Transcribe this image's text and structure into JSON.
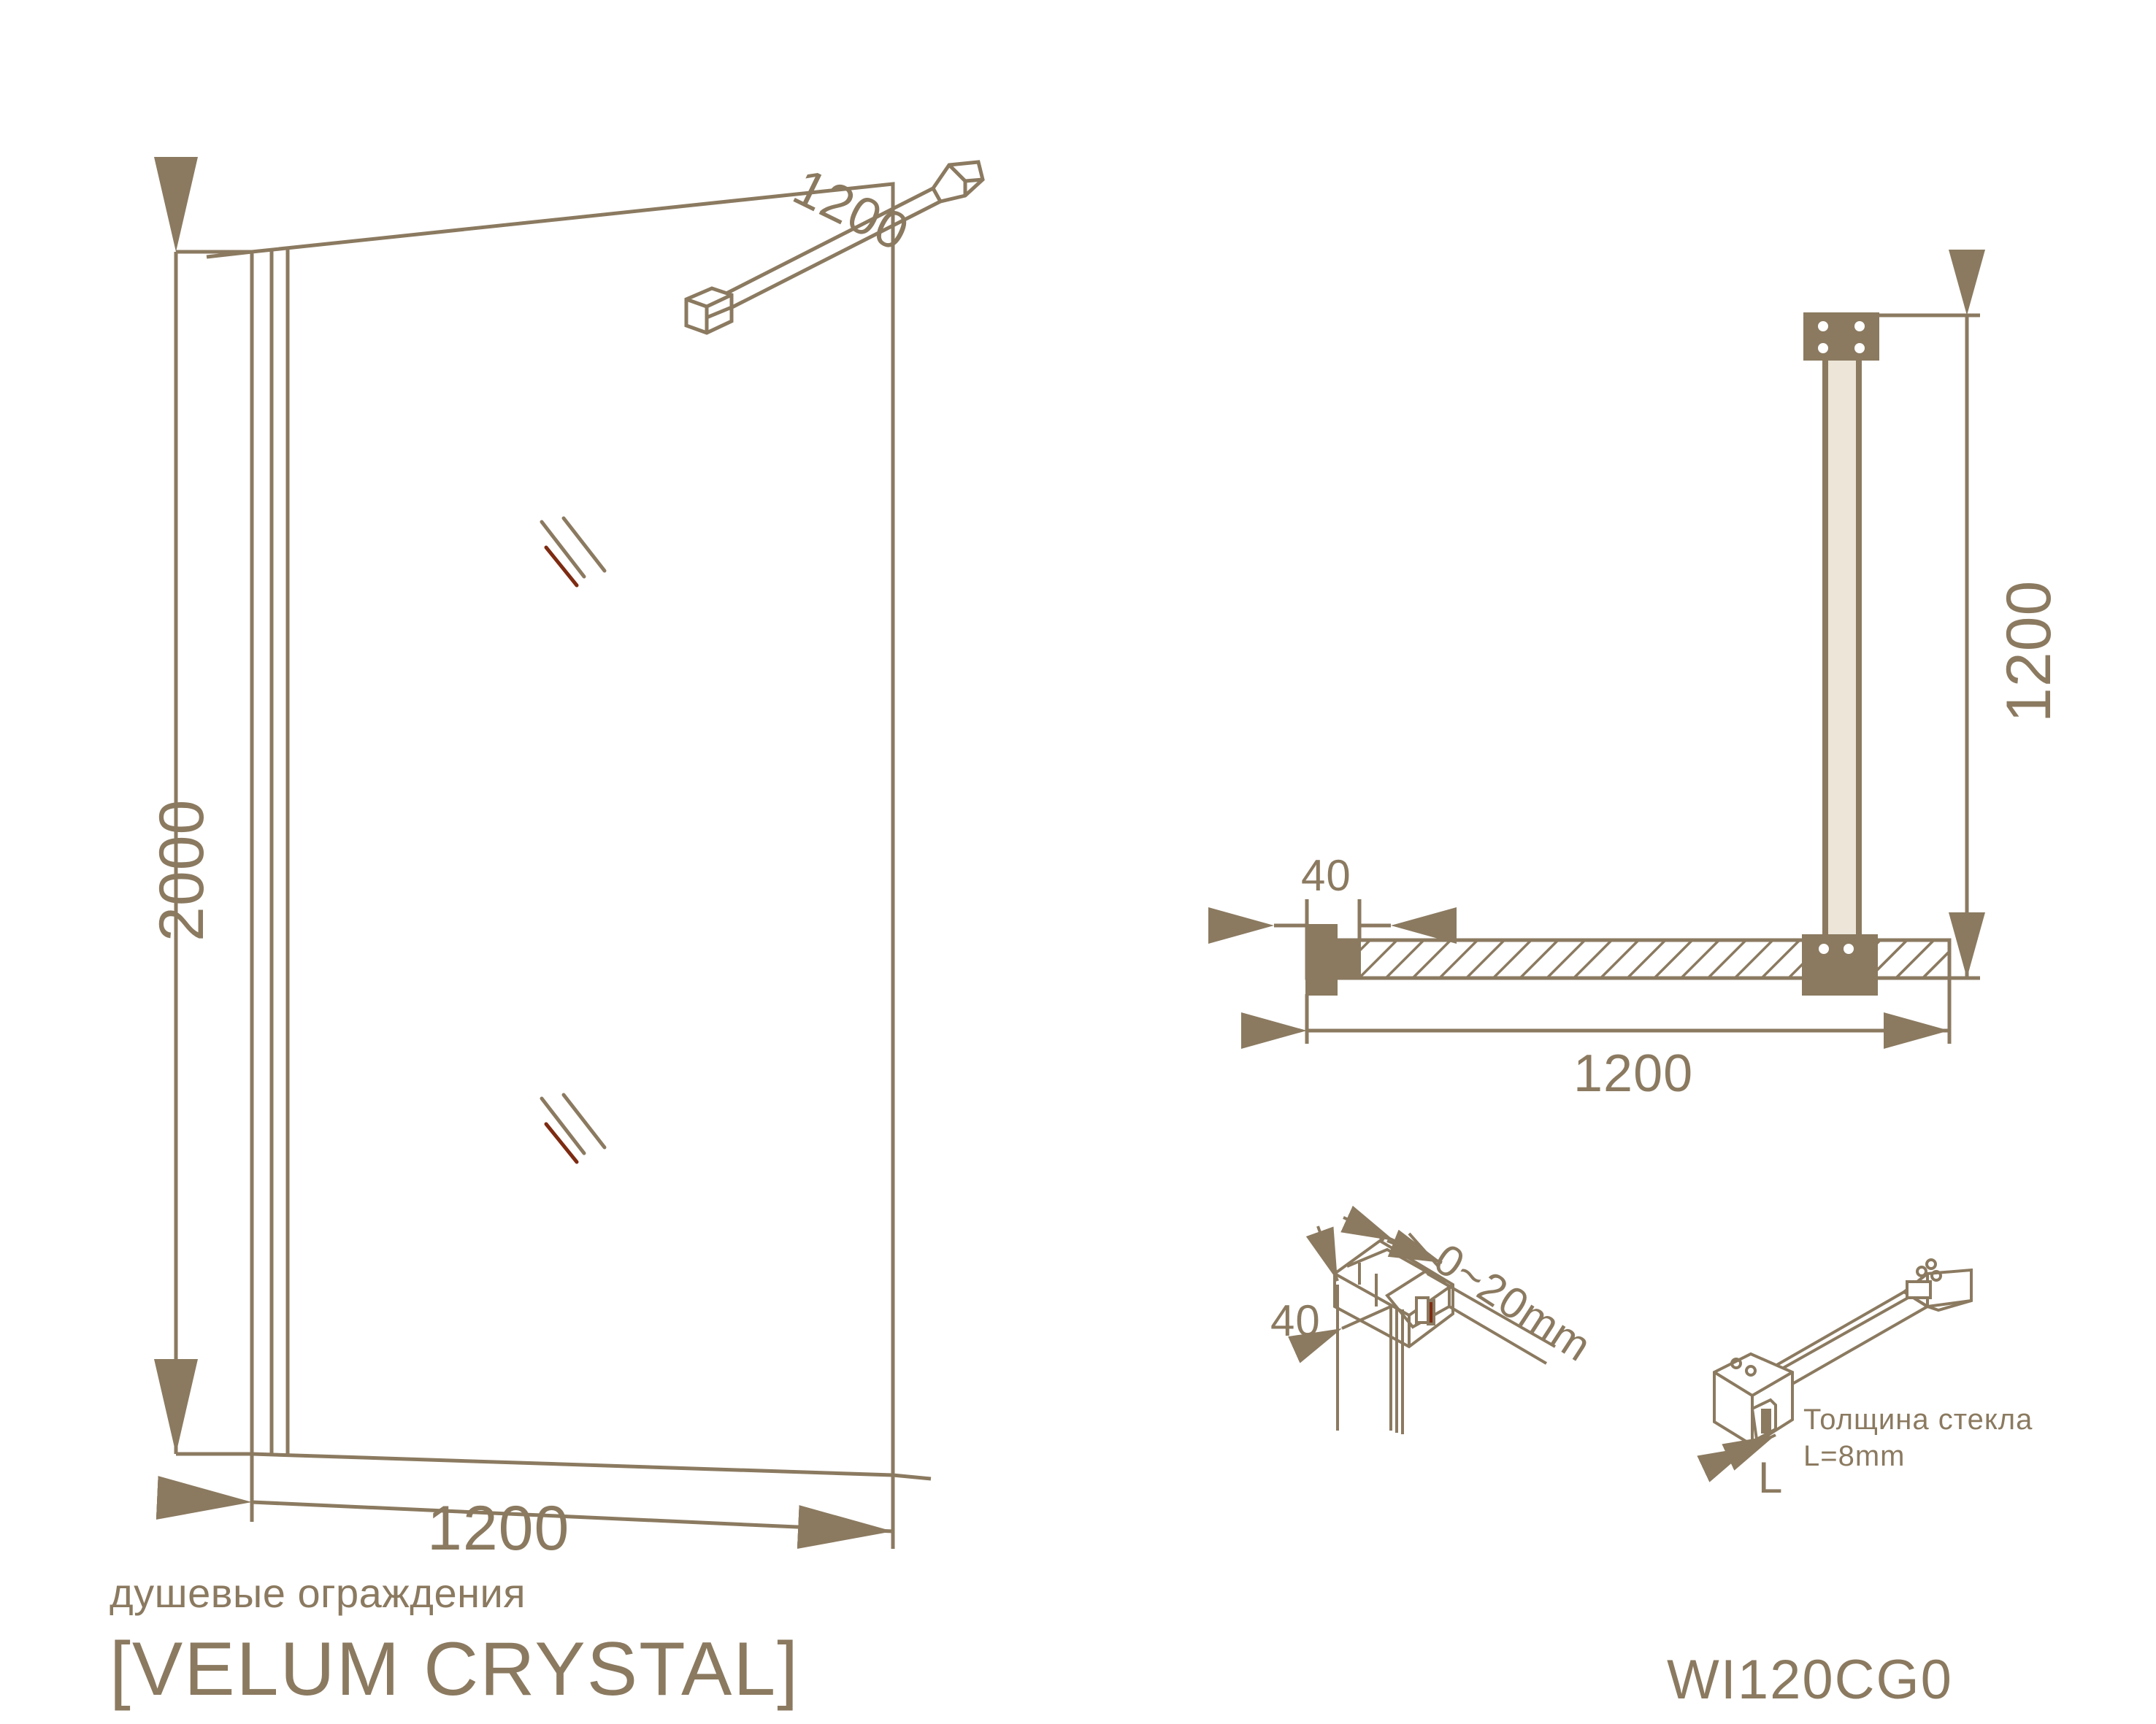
{
  "drawing": {
    "line_color": "#8b7a60",
    "accent_color": "#7d2b12",
    "background": "#ffffff",
    "views": {
      "elevation": {
        "name": "front-elevation",
        "height_label": "2000",
        "width_label": "1200",
        "brace_label": "1200"
      },
      "plan": {
        "name": "side-plan-section",
        "vertical_label": "1200",
        "horizontal_label": "1200",
        "profile_label": "40"
      },
      "detail_profile": {
        "name": "wall-profile-detail",
        "height_label": "40",
        "adjust_label": "0~20mm"
      },
      "detail_brace": {
        "name": "support-bar-detail",
        "leader_label": "L",
        "note_line1": "Толщина стекла",
        "note_line2": "L=8mm"
      }
    }
  },
  "branding": {
    "subtitle": "душевые ограждения",
    "title": "[VELUM CRYSTAL]",
    "model_code": "WI120CG0"
  }
}
